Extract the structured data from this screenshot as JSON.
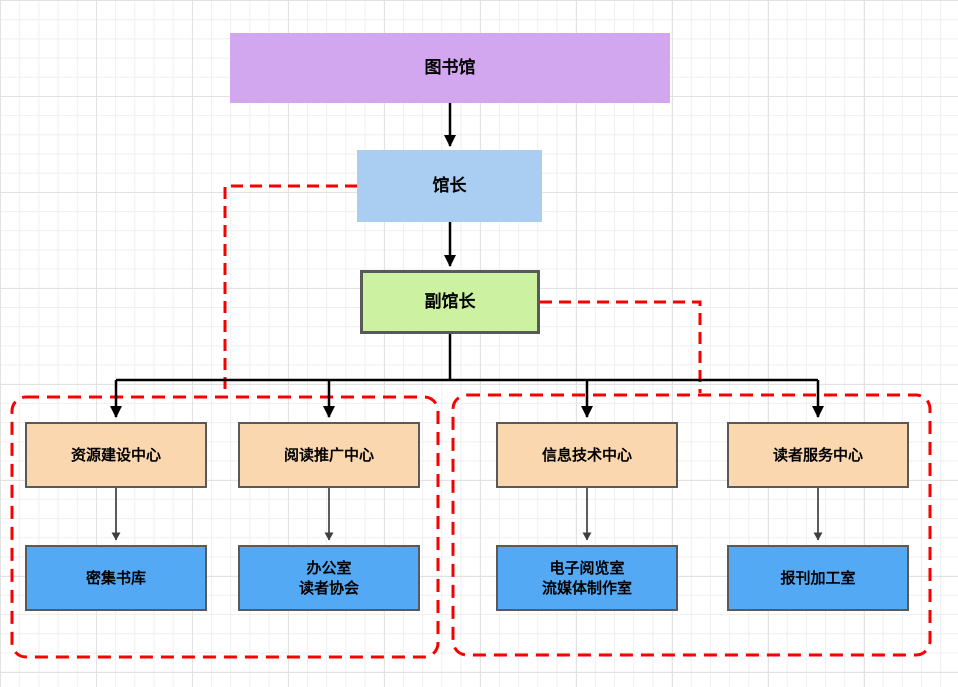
{
  "diagram": {
    "type": "org-chart",
    "nodes": {
      "library": {
        "label": "图书馆",
        "fill": "#d2a7f0"
      },
      "director": {
        "label": "馆长",
        "fill": "#aacdf2"
      },
      "deputy_director": {
        "label": "副馆长",
        "fill": "#ccf2a1"
      },
      "resource_center": {
        "label": "资源建设中心",
        "fill": "#fad7ae"
      },
      "reading_promotion_center": {
        "label": "阅读推广中心",
        "fill": "#fad7ae"
      },
      "it_center": {
        "label": "信息技术中心",
        "fill": "#fad7ae"
      },
      "reader_service_center": {
        "label": "读者服务中心",
        "fill": "#fad7ae"
      },
      "dense_stacks": {
        "label": "密集书库",
        "fill": "#54a9f5"
      },
      "office_readers_assoc": {
        "label": "办公室\n读者协会",
        "fill": "#54a9f5"
      },
      "ereading_streaming": {
        "label": "电子阅览室\n流媒体制作室",
        "fill": "#54a9f5"
      },
      "periodicals_processing": {
        "label": "报刊加工室",
        "fill": "#54a9f5"
      }
    },
    "edges": {
      "solid": [
        "图书馆→馆长",
        "馆长→副馆长",
        "副馆长→资源建设中心",
        "副馆长→阅读推广中心",
        "副馆长→信息技术中心",
        "副馆长→读者服务中心",
        "资源建设中心→密集书库",
        "阅读推广中心→办公室/读者协会",
        "信息技术中心→电子阅览室/流媒体制作室",
        "读者服务中心→报刊加工室"
      ],
      "dashed_red": [
        "馆长→左侧虚线分组",
        "副馆长→右侧虚线分组"
      ]
    },
    "colors": {
      "node_border": "#595959",
      "edge_black": "#000000",
      "edge_gray": "#3f3f3f",
      "group_dashed_red": "#f80000",
      "grid_minor": "#efefef",
      "grid_major": "#e2e2e2",
      "canvas_bg": "#ffffff",
      "text": "#000000"
    }
  }
}
